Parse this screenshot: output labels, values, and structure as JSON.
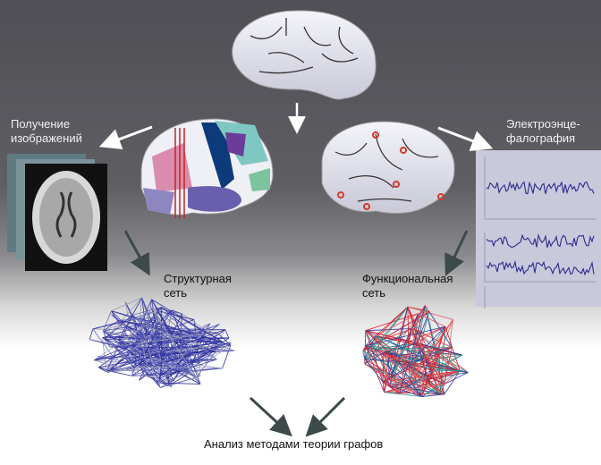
{
  "labels": {
    "imaging": [
      "Получение",
      "изображений"
    ],
    "eeg": [
      "Электроэнце-",
      "фалография"
    ],
    "structural": [
      "Структурная",
      "сеть"
    ],
    "functional": [
      "Функциональная",
      "сеть"
    ],
    "analysis": "Анализ методами теории графов"
  },
  "colors": {
    "structural_net": "#2a2f9a",
    "functional_net": "#d8202a",
    "eeg_trace": "#2d2a8c",
    "electrode": "#d23a2a"
  }
}
